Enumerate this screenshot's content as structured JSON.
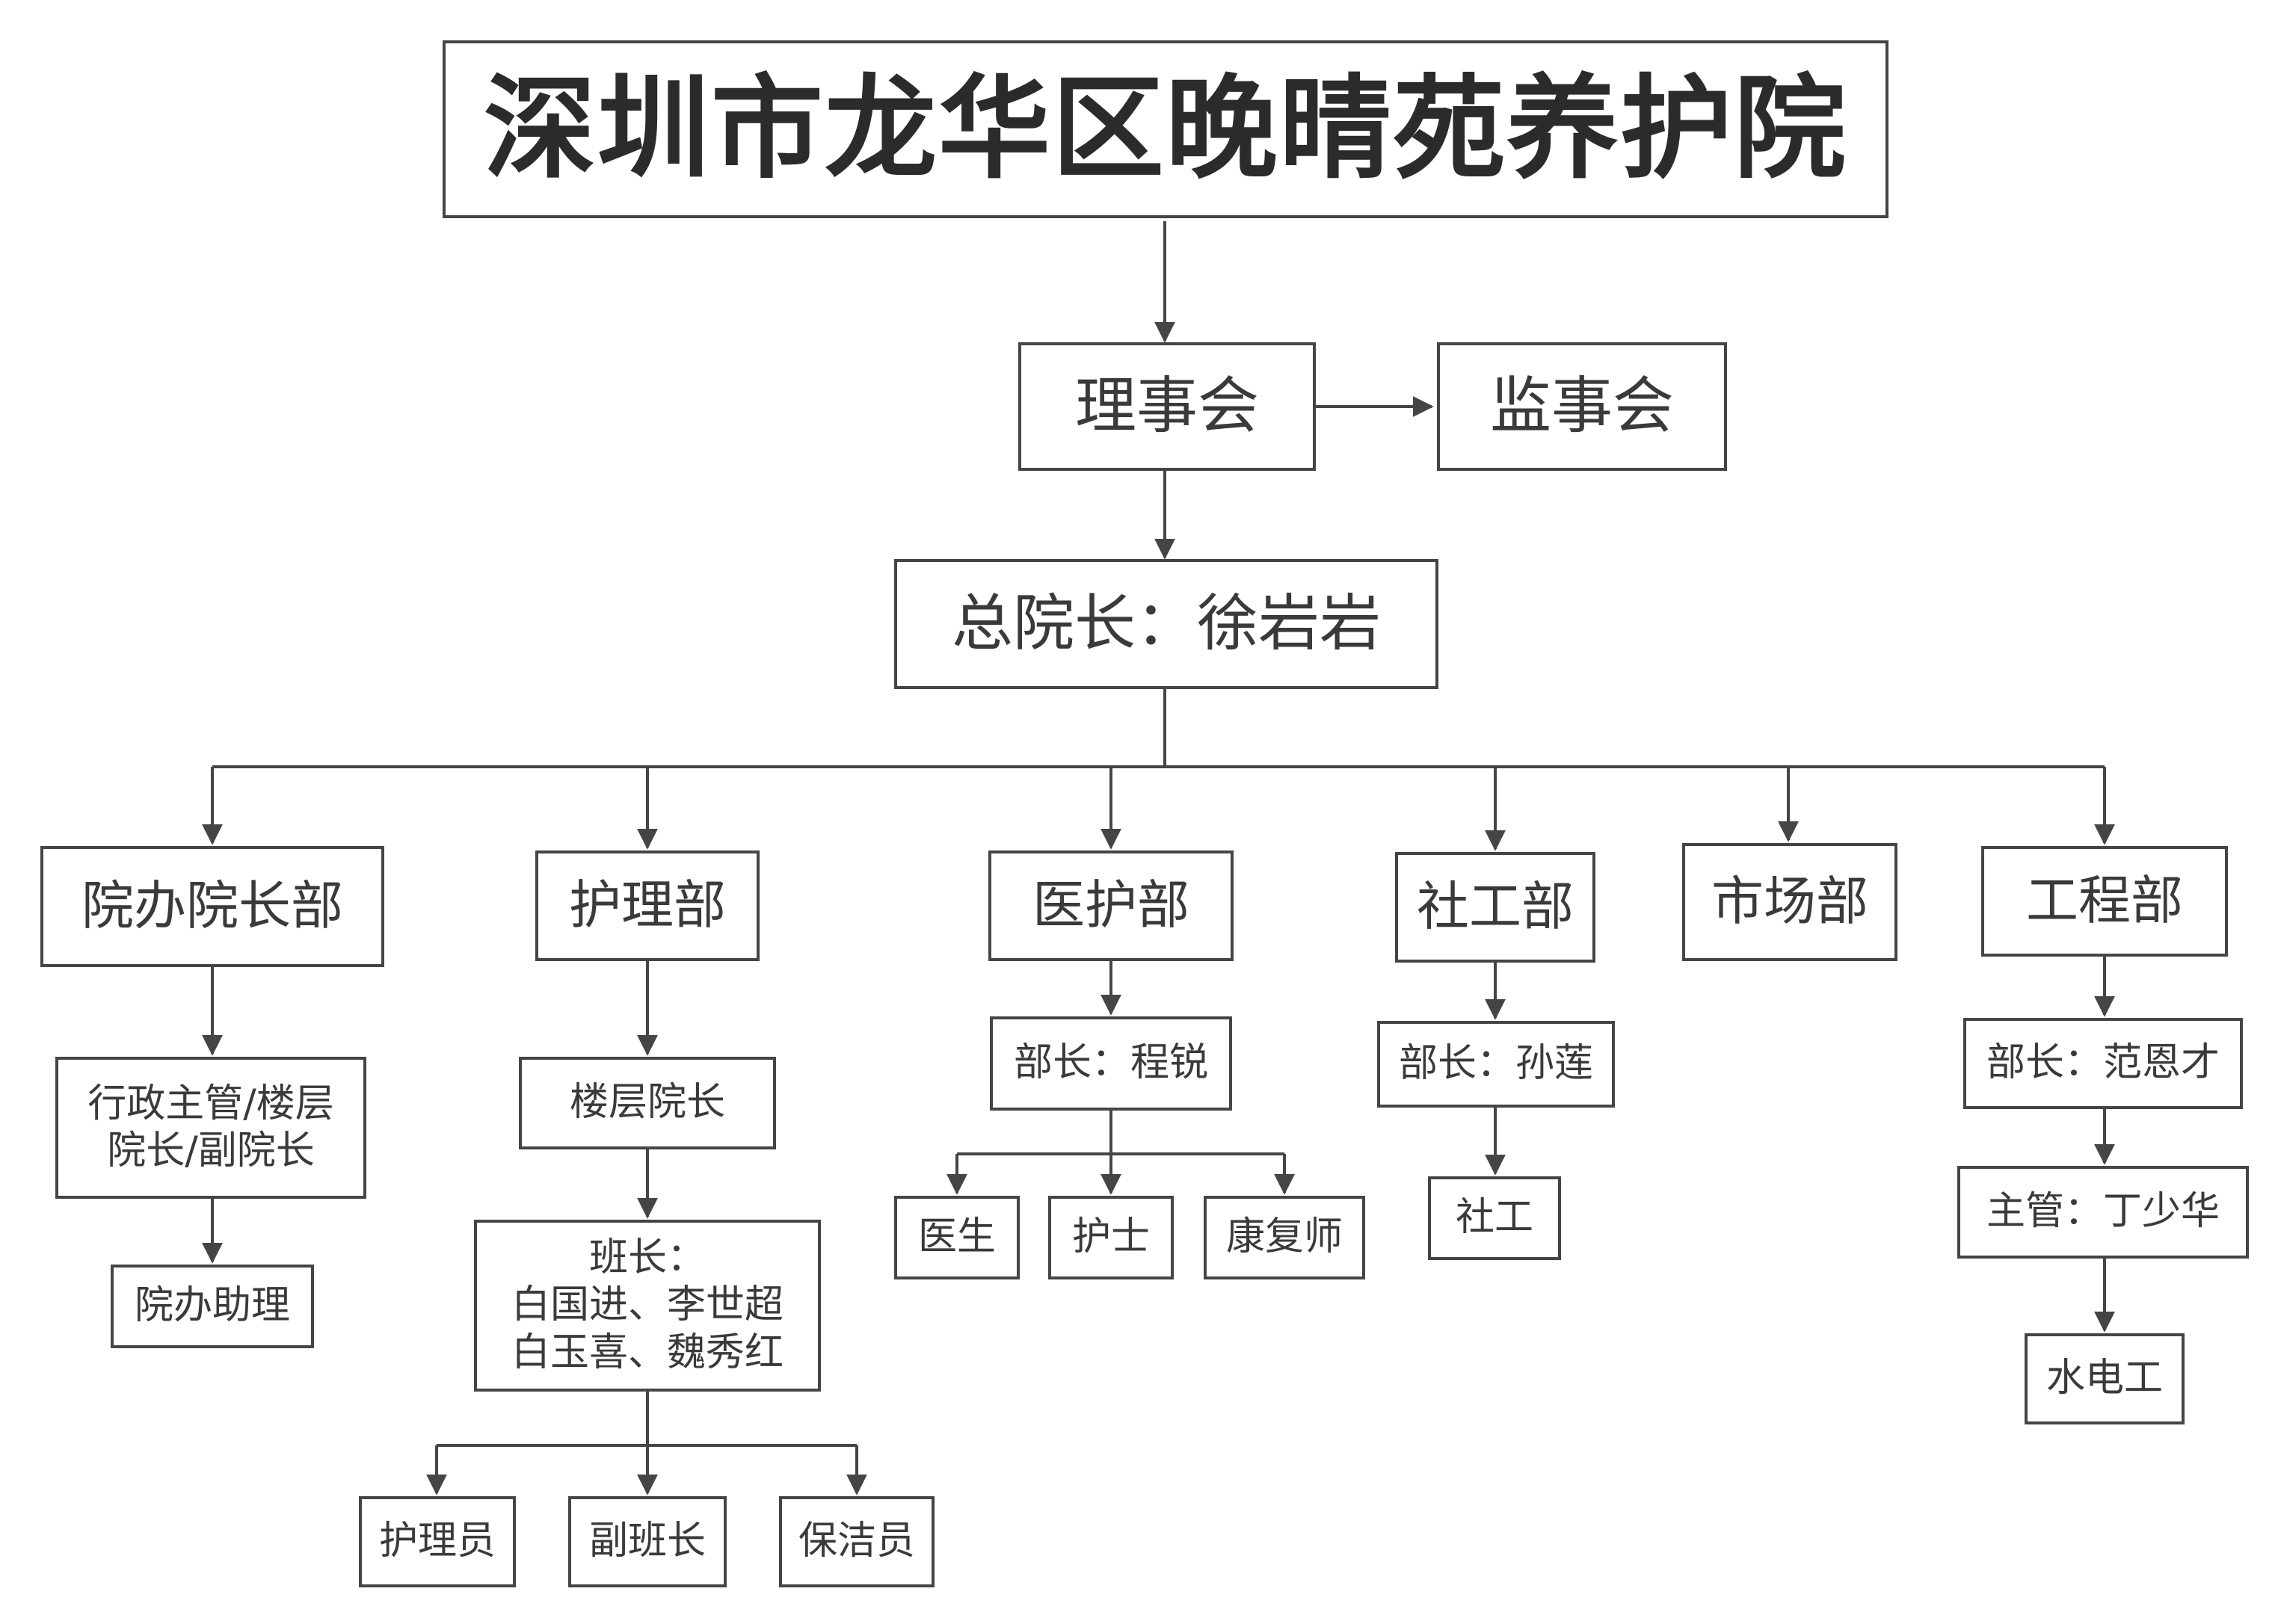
{
  "title": "深圳市龙华区晚晴苑养护院",
  "board": "理事会",
  "supervisory_board": "监事会",
  "president": "总院长：徐岩岩",
  "departments": {
    "admin": {
      "name": "院办院长部",
      "level1_lines": [
        "行政主管/楼层",
        "院长/副院长"
      ],
      "level2": "院办助理"
    },
    "nursing": {
      "name": "护理部",
      "level1": "楼层院长",
      "level2_lines": [
        "班长：",
        "白国进、李世超",
        "白玉喜、魏秀红"
      ],
      "children": [
        "护理员",
        "副班长",
        "保洁员"
      ]
    },
    "medical": {
      "name": "医护部",
      "head": "部长：程锐",
      "children": [
        "医生",
        "护士",
        "康复师"
      ]
    },
    "social": {
      "name": "社工部",
      "head": "部长：孙莲",
      "children": [
        "社工"
      ]
    },
    "market": {
      "name": "市场部"
    },
    "engineering": {
      "name": "工程部",
      "head": "部长：范恩才",
      "supervisor": "主管：丁少华",
      "children": [
        "水电工"
      ]
    }
  }
}
